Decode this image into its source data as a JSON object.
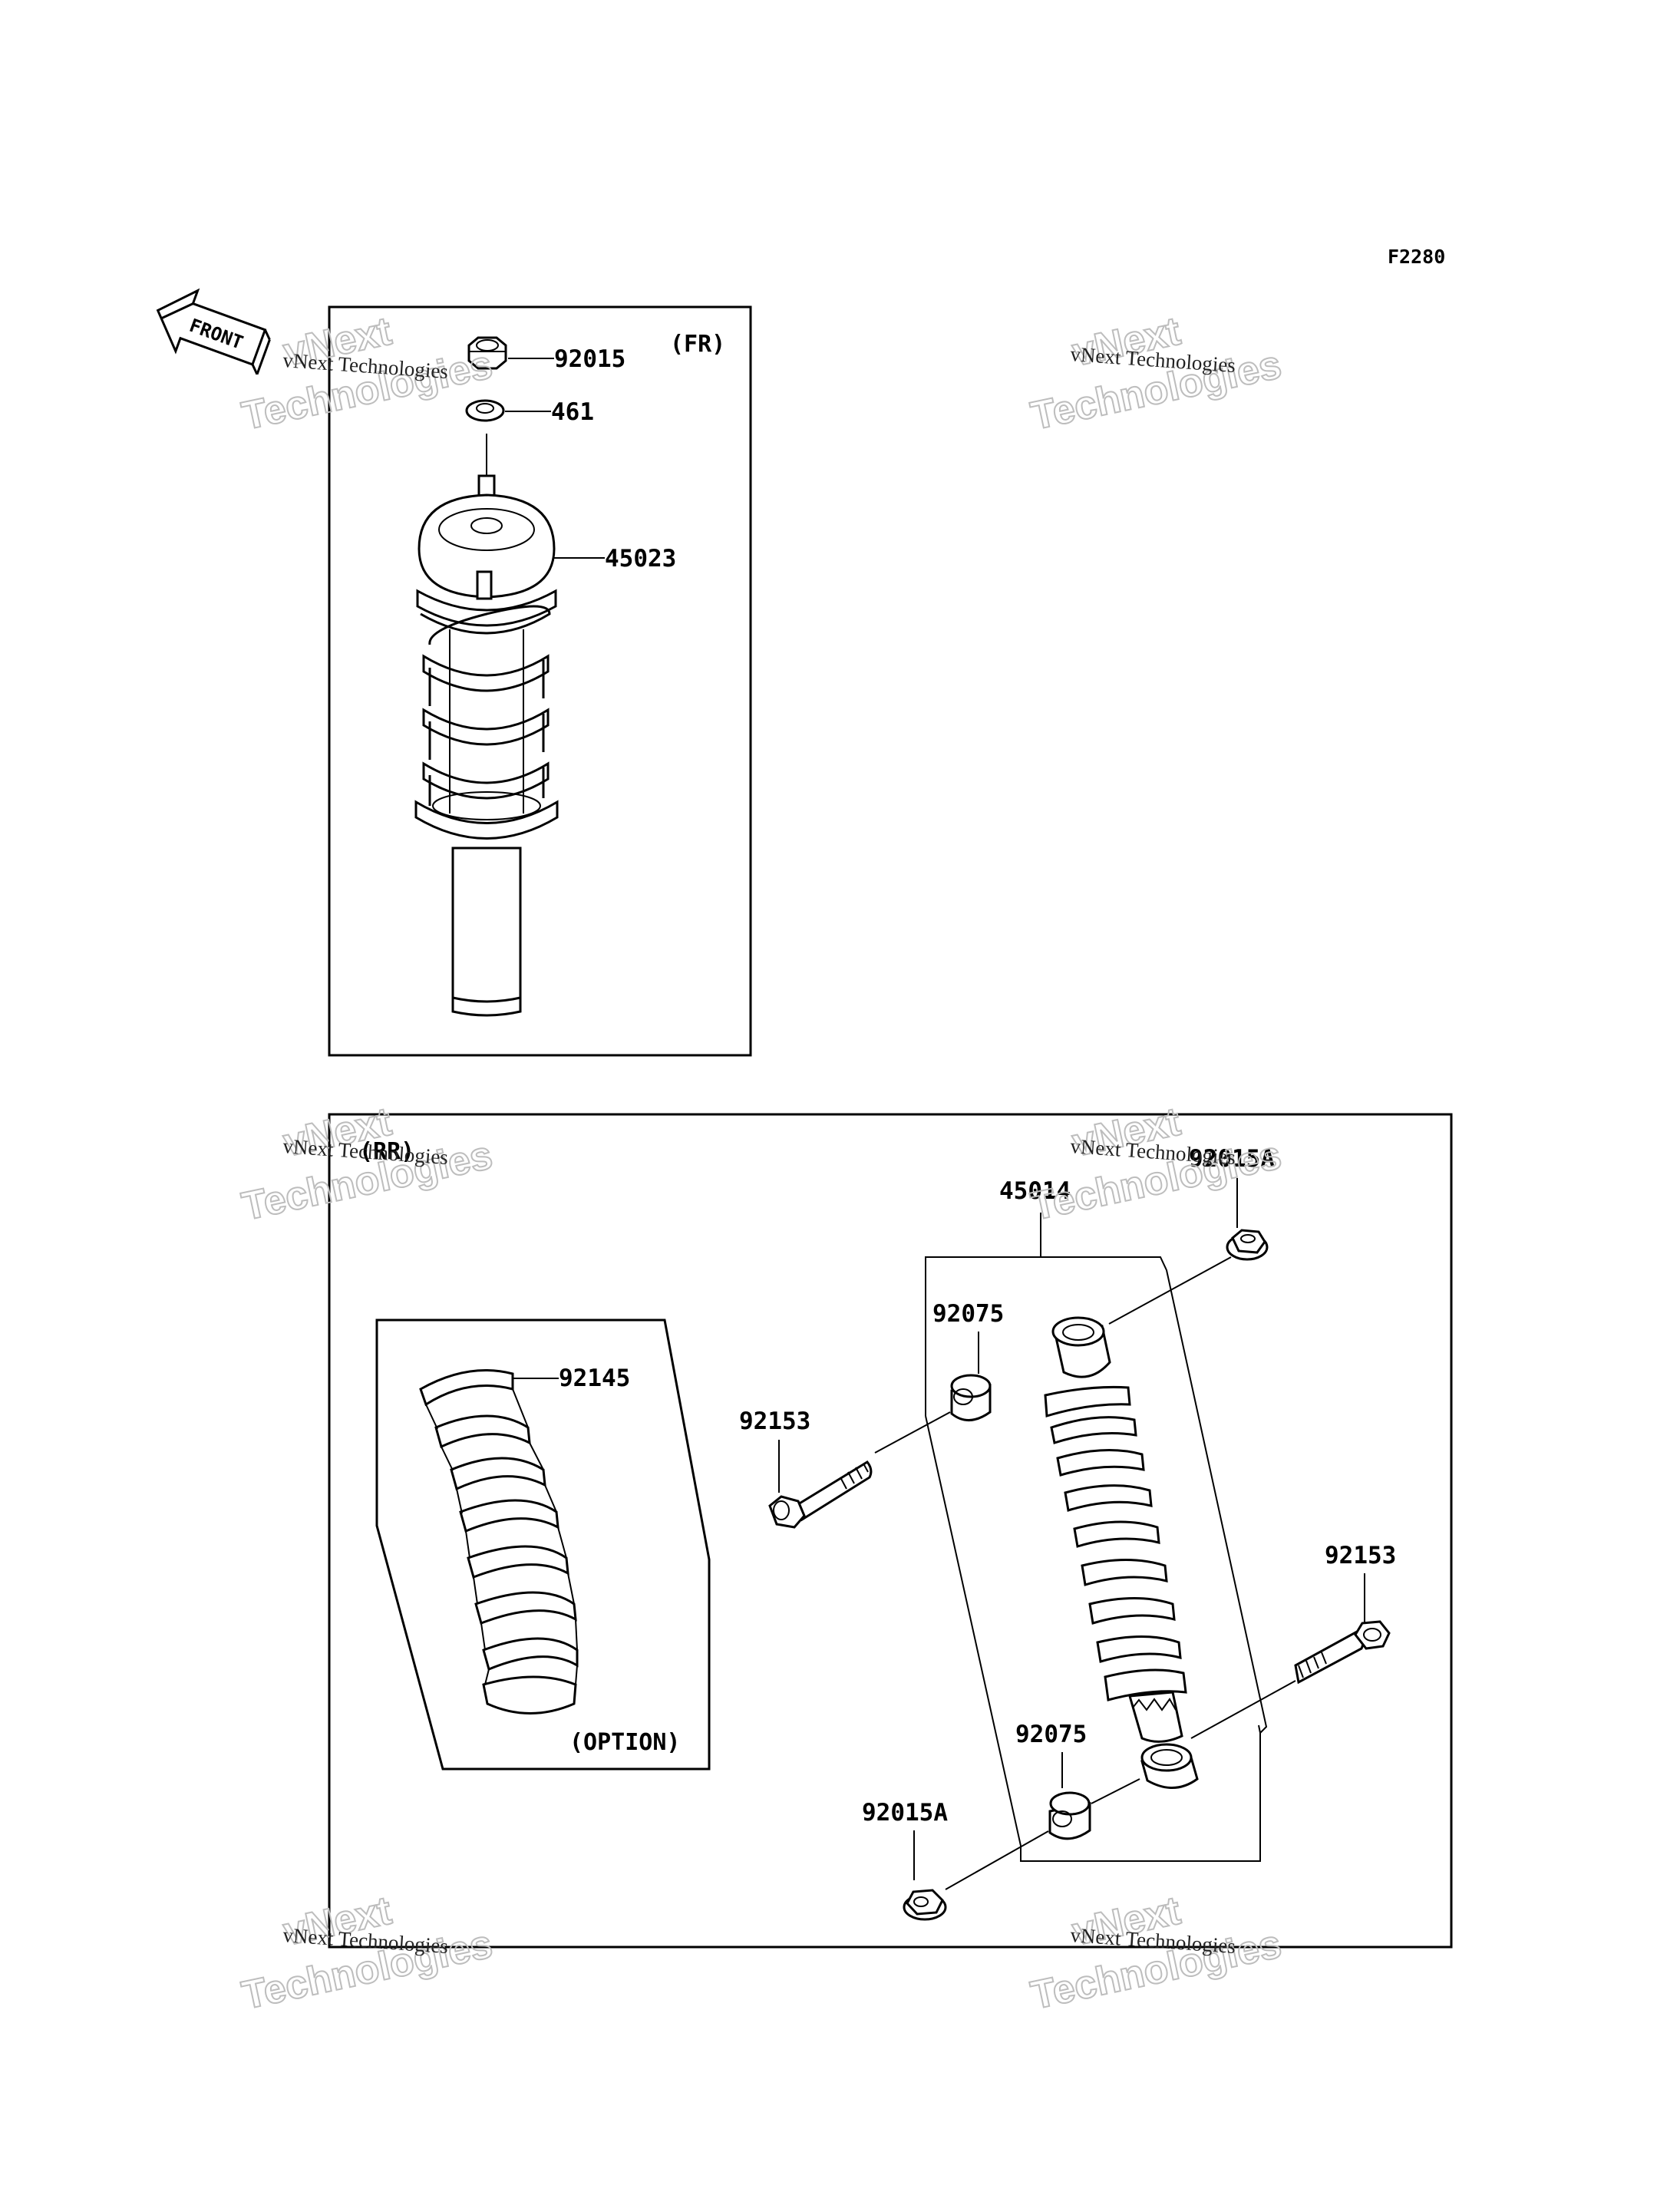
{
  "figure_code": "F2280",
  "front_indicator": "FRONT",
  "sections": {
    "front": {
      "tag": "(FR)",
      "parts": [
        "92015",
        "461",
        "45023"
      ]
    },
    "rear": {
      "tag": "(RR)",
      "option_tag": "(OPTION)",
      "parts": [
        "92145",
        "45014",
        "92015A",
        "92075",
        "92153",
        "92153",
        "92075",
        "92015A"
      ]
    }
  },
  "watermark": {
    "line1": "vNext",
    "line2": "Technologies",
    "small": "vNext Technologies"
  }
}
